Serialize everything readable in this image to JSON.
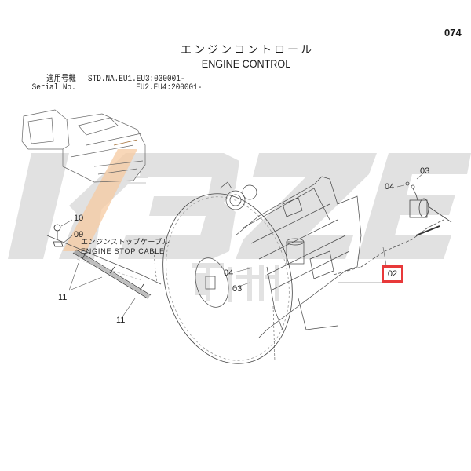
{
  "header": {
    "page_number": "074",
    "title_jp": "エンジンコントロール",
    "title_en": "ENGINE CONTROL"
  },
  "serial": {
    "label_jp": "適用号機",
    "label_en": "Serial No.",
    "value_line1": "STD.NA.EU1.EU3:030001-",
    "value_line2": "EU2.EU4:200001-"
  },
  "cable": {
    "label_jp": "エンジンストップケーブル",
    "label_en": "ENGINE STOP CABLE"
  },
  "callouts": [
    {
      "id": "10",
      "label": "10"
    },
    {
      "id": "09",
      "label": "09"
    },
    {
      "id": "11a",
      "label": "11"
    },
    {
      "id": "11b",
      "label": "11"
    },
    {
      "id": "04a",
      "label": "04"
    },
    {
      "id": "03a",
      "label": "03"
    },
    {
      "id": "03b",
      "label": "03"
    },
    {
      "id": "04b",
      "label": "04"
    }
  ],
  "highlighted_part": {
    "label": "02",
    "border_color": "#e8393a"
  },
  "watermark": {
    "text": "KBZE",
    "sub_text": "可比司",
    "color": "#d9d9d9",
    "accent_color": "#f6c9a0"
  }
}
